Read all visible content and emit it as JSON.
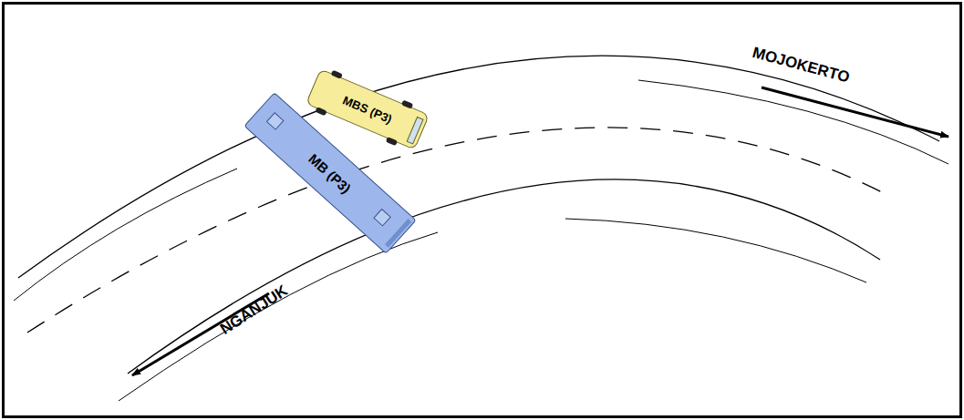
{
  "diagram": {
    "nodes": [
      {
        "text": [
          "MBS (P3)"
        ]
      },
      {
        "text": [
          "MB (P3)"
        ]
      }
    ],
    "labels": [
      "MOJOKERTO",
      "NGANJUK"
    ]
  }
}
